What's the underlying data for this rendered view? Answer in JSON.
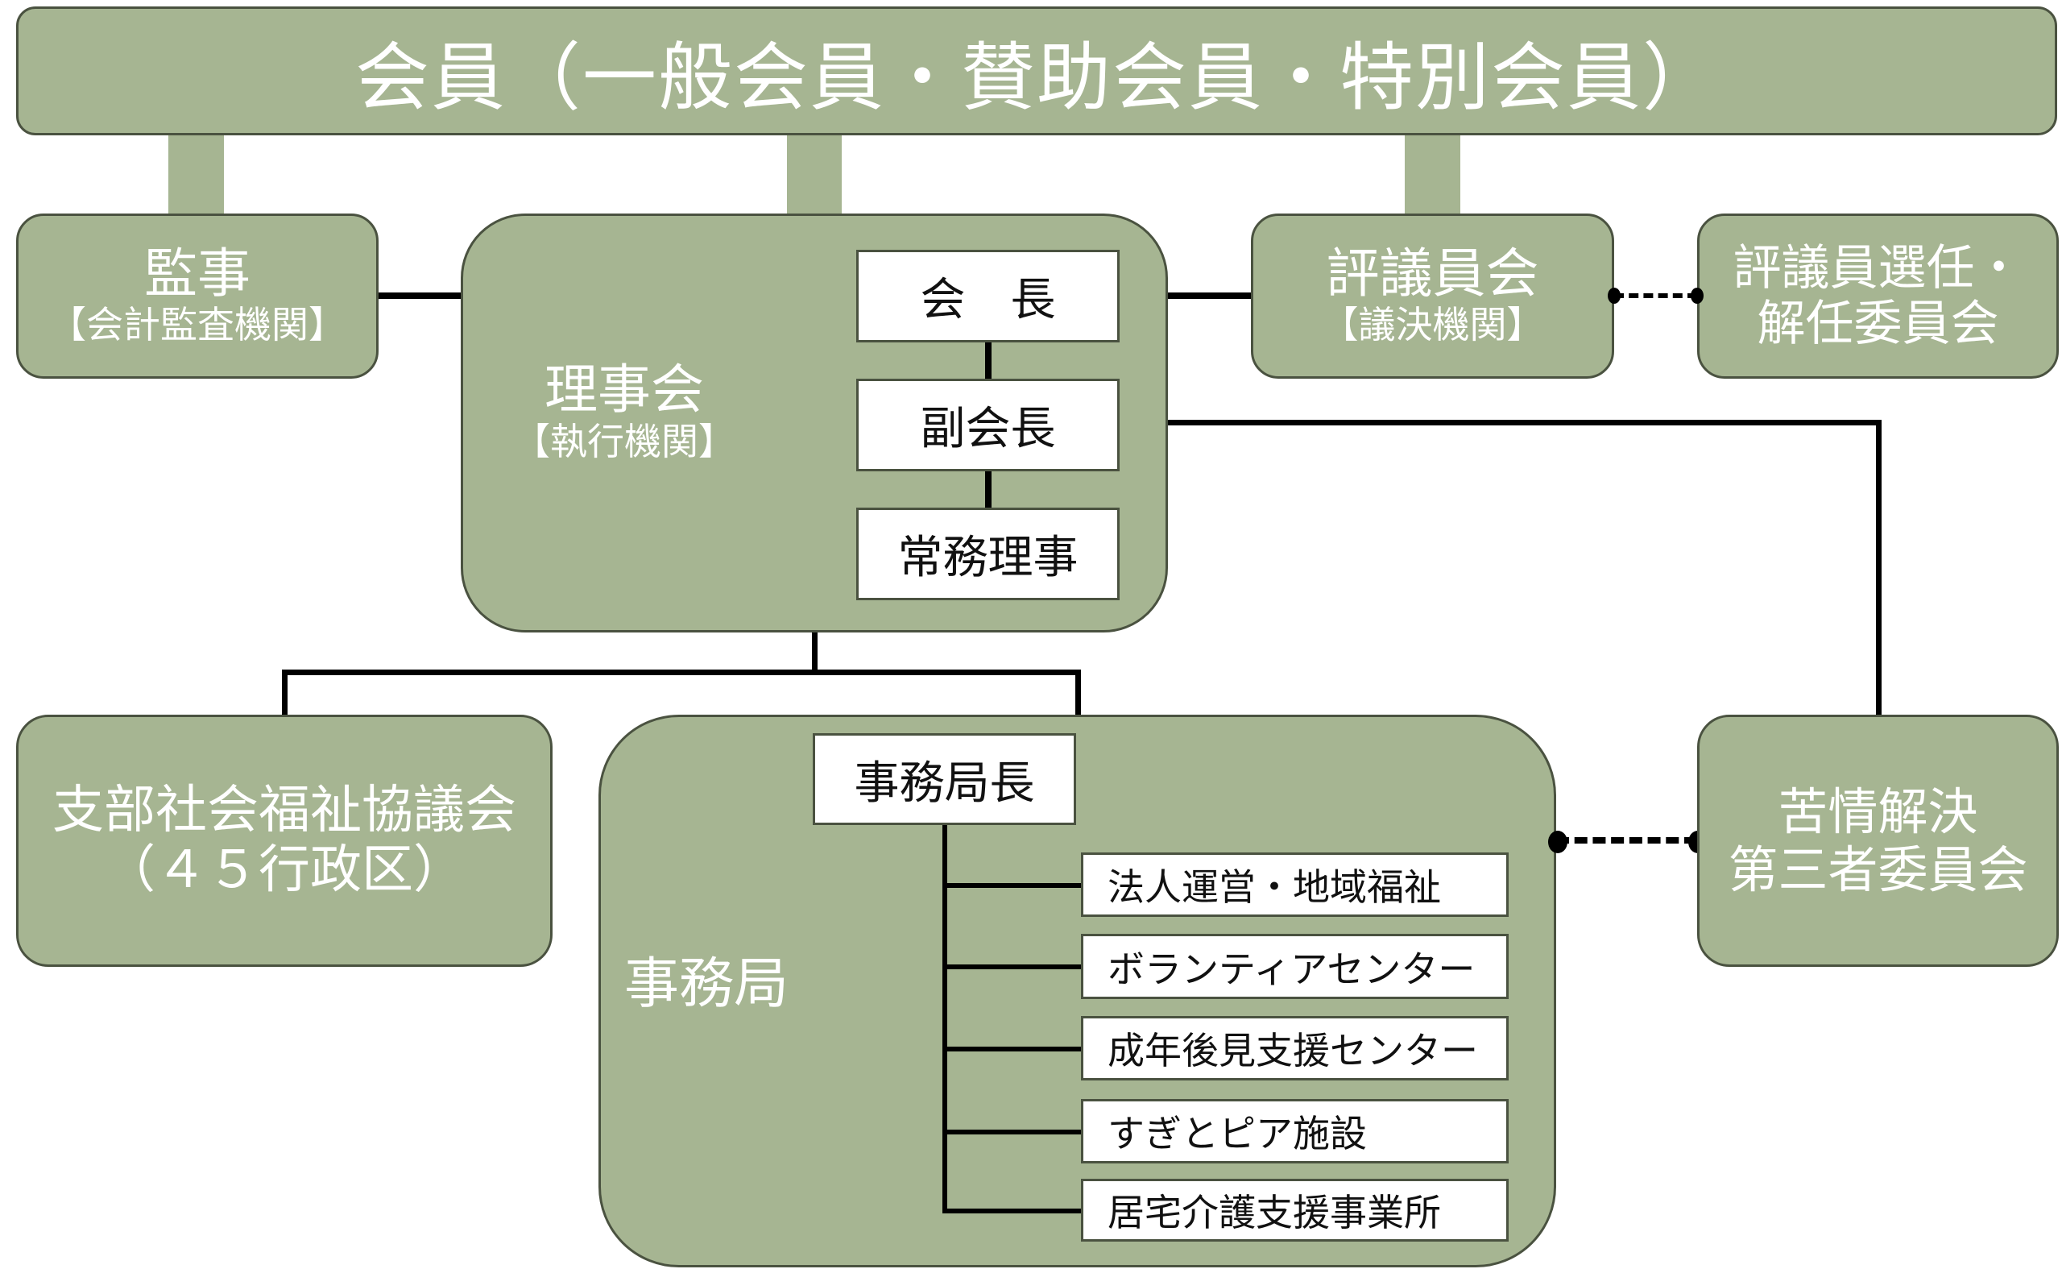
{
  "title": "会員（一般会員・賛助会員・特別会員）",
  "kanji": {
    "name": "監事",
    "role": "【会計監査機関】"
  },
  "rijikai": {
    "name": "理事会",
    "role": "【執行機関】",
    "officers": [
      "会　長",
      "副会長",
      "常務理事"
    ]
  },
  "hyogiinkai": {
    "name": "評議員会",
    "role": "【議決機関】"
  },
  "senin_iinkai": {
    "line1": "評議員選任・",
    "line2": "解任委員会"
  },
  "shibu": {
    "line1": "支部社会福祉協議会",
    "line2": "（４５行政区）"
  },
  "jimukyoku": {
    "name": "事務局",
    "head": "事務局長",
    "departments": [
      "法人運営・地域福祉",
      "ボランティアセンター",
      "成年後見支援センター",
      "すぎとピア施設",
      "居宅介護支援事業所"
    ]
  },
  "kujo": {
    "line1": "苦情解決",
    "line2": "第三者委員会"
  },
  "colors": {
    "box_fill": "#a6b592",
    "box_border": "#4a5240",
    "line": "#000000"
  }
}
